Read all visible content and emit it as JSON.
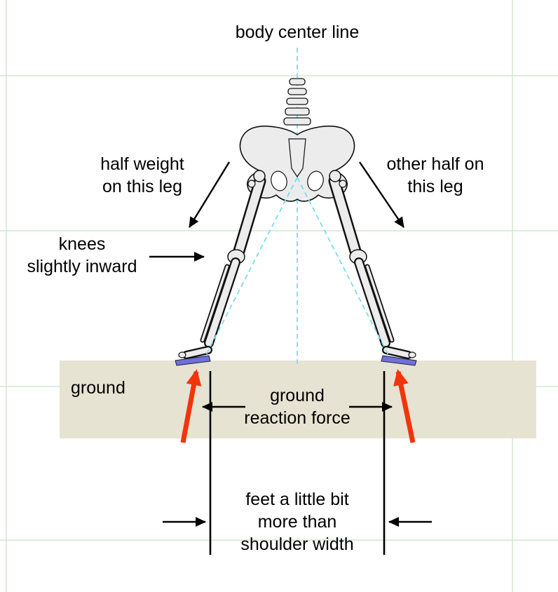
{
  "labels": {
    "body_center_line": "body center line",
    "half_weight": "half weight\non this leg",
    "other_half": "other half on\nthis leg",
    "knees_inward": "knees\nslightly inward",
    "ground": "ground",
    "ground_reaction_force": "ground\nreaction force",
    "feet_width": "feet a little bit\nmore than\nshoulder width"
  },
  "colors": {
    "background": "#ffffff",
    "grid": "#cfe9cf",
    "ground_band": "#e7e3d3",
    "center_line": "#76dfee",
    "force_arrow": "#f2340b",
    "foot_pad": "#6f6fdd",
    "bone_fill": "#ececec",
    "bone_outline": "#111111",
    "annotation": "#000000",
    "text": "#000000"
  }
}
